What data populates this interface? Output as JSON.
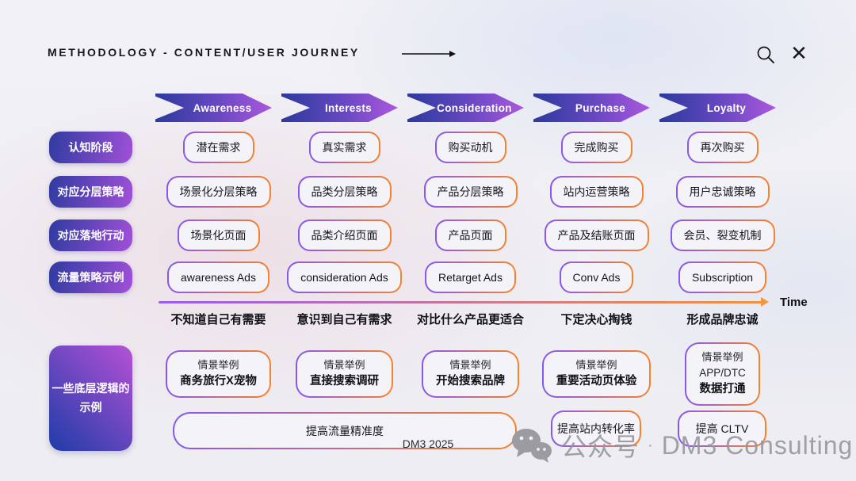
{
  "header": {
    "title": "METHODOLOGY - CONTENT/USER JOURNEY",
    "close_glyph": "✕"
  },
  "icons": {
    "search": "magnifier",
    "close": "x-cross",
    "wechat": "wechat-bubbles",
    "title_arrow": "right-arrow",
    "timeline_arrow": "right-arrow"
  },
  "stages": [
    {
      "label": "Awareness"
    },
    {
      "label": "Interests"
    },
    {
      "label": "Consideration"
    },
    {
      "label": "Purchase"
    },
    {
      "label": "Loyalty"
    }
  ],
  "rows": [
    {
      "label": "认知阶段",
      "cells": [
        "潜在需求",
        "真实需求",
        "购买动机",
        "完成购买",
        "再次购买"
      ]
    },
    {
      "label": "对应分层策略",
      "cells": [
        "场景化分层策略",
        "品类分层策略",
        "产品分层策略",
        "站内运营策略",
        "用户忠诚策略"
      ]
    },
    {
      "label": "对应落地行动",
      "cells": [
        "场景化页面",
        "品类介绍页面",
        "产品页面",
        "产品及结账页面",
        "会员、裂变机制"
      ]
    },
    {
      "label": "流量策略示例",
      "cells": [
        "awareness Ads",
        "consideration Ads",
        "Retarget Ads",
        "Conv Ads",
        "Subscription"
      ]
    }
  ],
  "timeline": {
    "label": "Time"
  },
  "journey": {
    "stages": [
      "不知道自己有需要",
      "意识到自己有需求",
      "对比什么产品更适合",
      "下定决心掏钱",
      "形成品牌忠诚"
    ]
  },
  "bottom": {
    "section_label_line1": "一些底层逻辑的",
    "section_label_line2": "示例",
    "scenarios": [
      {
        "tag": "情景举例",
        "detail": "商务旅行X宠物"
      },
      {
        "tag": "情景举例",
        "detail": "直接搜索调研"
      },
      {
        "tag": "情景举例",
        "detail": "开始搜索品牌"
      },
      {
        "tag": "情景举例",
        "detail": "重要活动页体验"
      },
      {
        "tag": "情景举例",
        "mid": "APP/DTC",
        "detail": "数据打通"
      }
    ],
    "goals": [
      {
        "text": "提高流量精准度"
      },
      {
        "text": "提高站内转化率"
      },
      {
        "text": "提高 CLTV"
      }
    ]
  },
  "footer": {
    "credit": "DM3 2025"
  },
  "watermark": {
    "source": "公众号",
    "separator": "·",
    "brand": "DM3 Consulting"
  },
  "colors": {
    "banner_gradient_start": "#2b3a9d",
    "banner_gradient_end": "#ab58dd",
    "pill_gradient_start": "#2f3ba1",
    "pill_gradient_end": "#a050d8",
    "box_border_start": "#8757f0",
    "box_border_end": "#f5832e",
    "timeline_start": "#9a5cf0",
    "timeline_end": "#f5913c",
    "bigbox_start": "#1e3ca8",
    "bigbox_end": "#b551d6"
  }
}
